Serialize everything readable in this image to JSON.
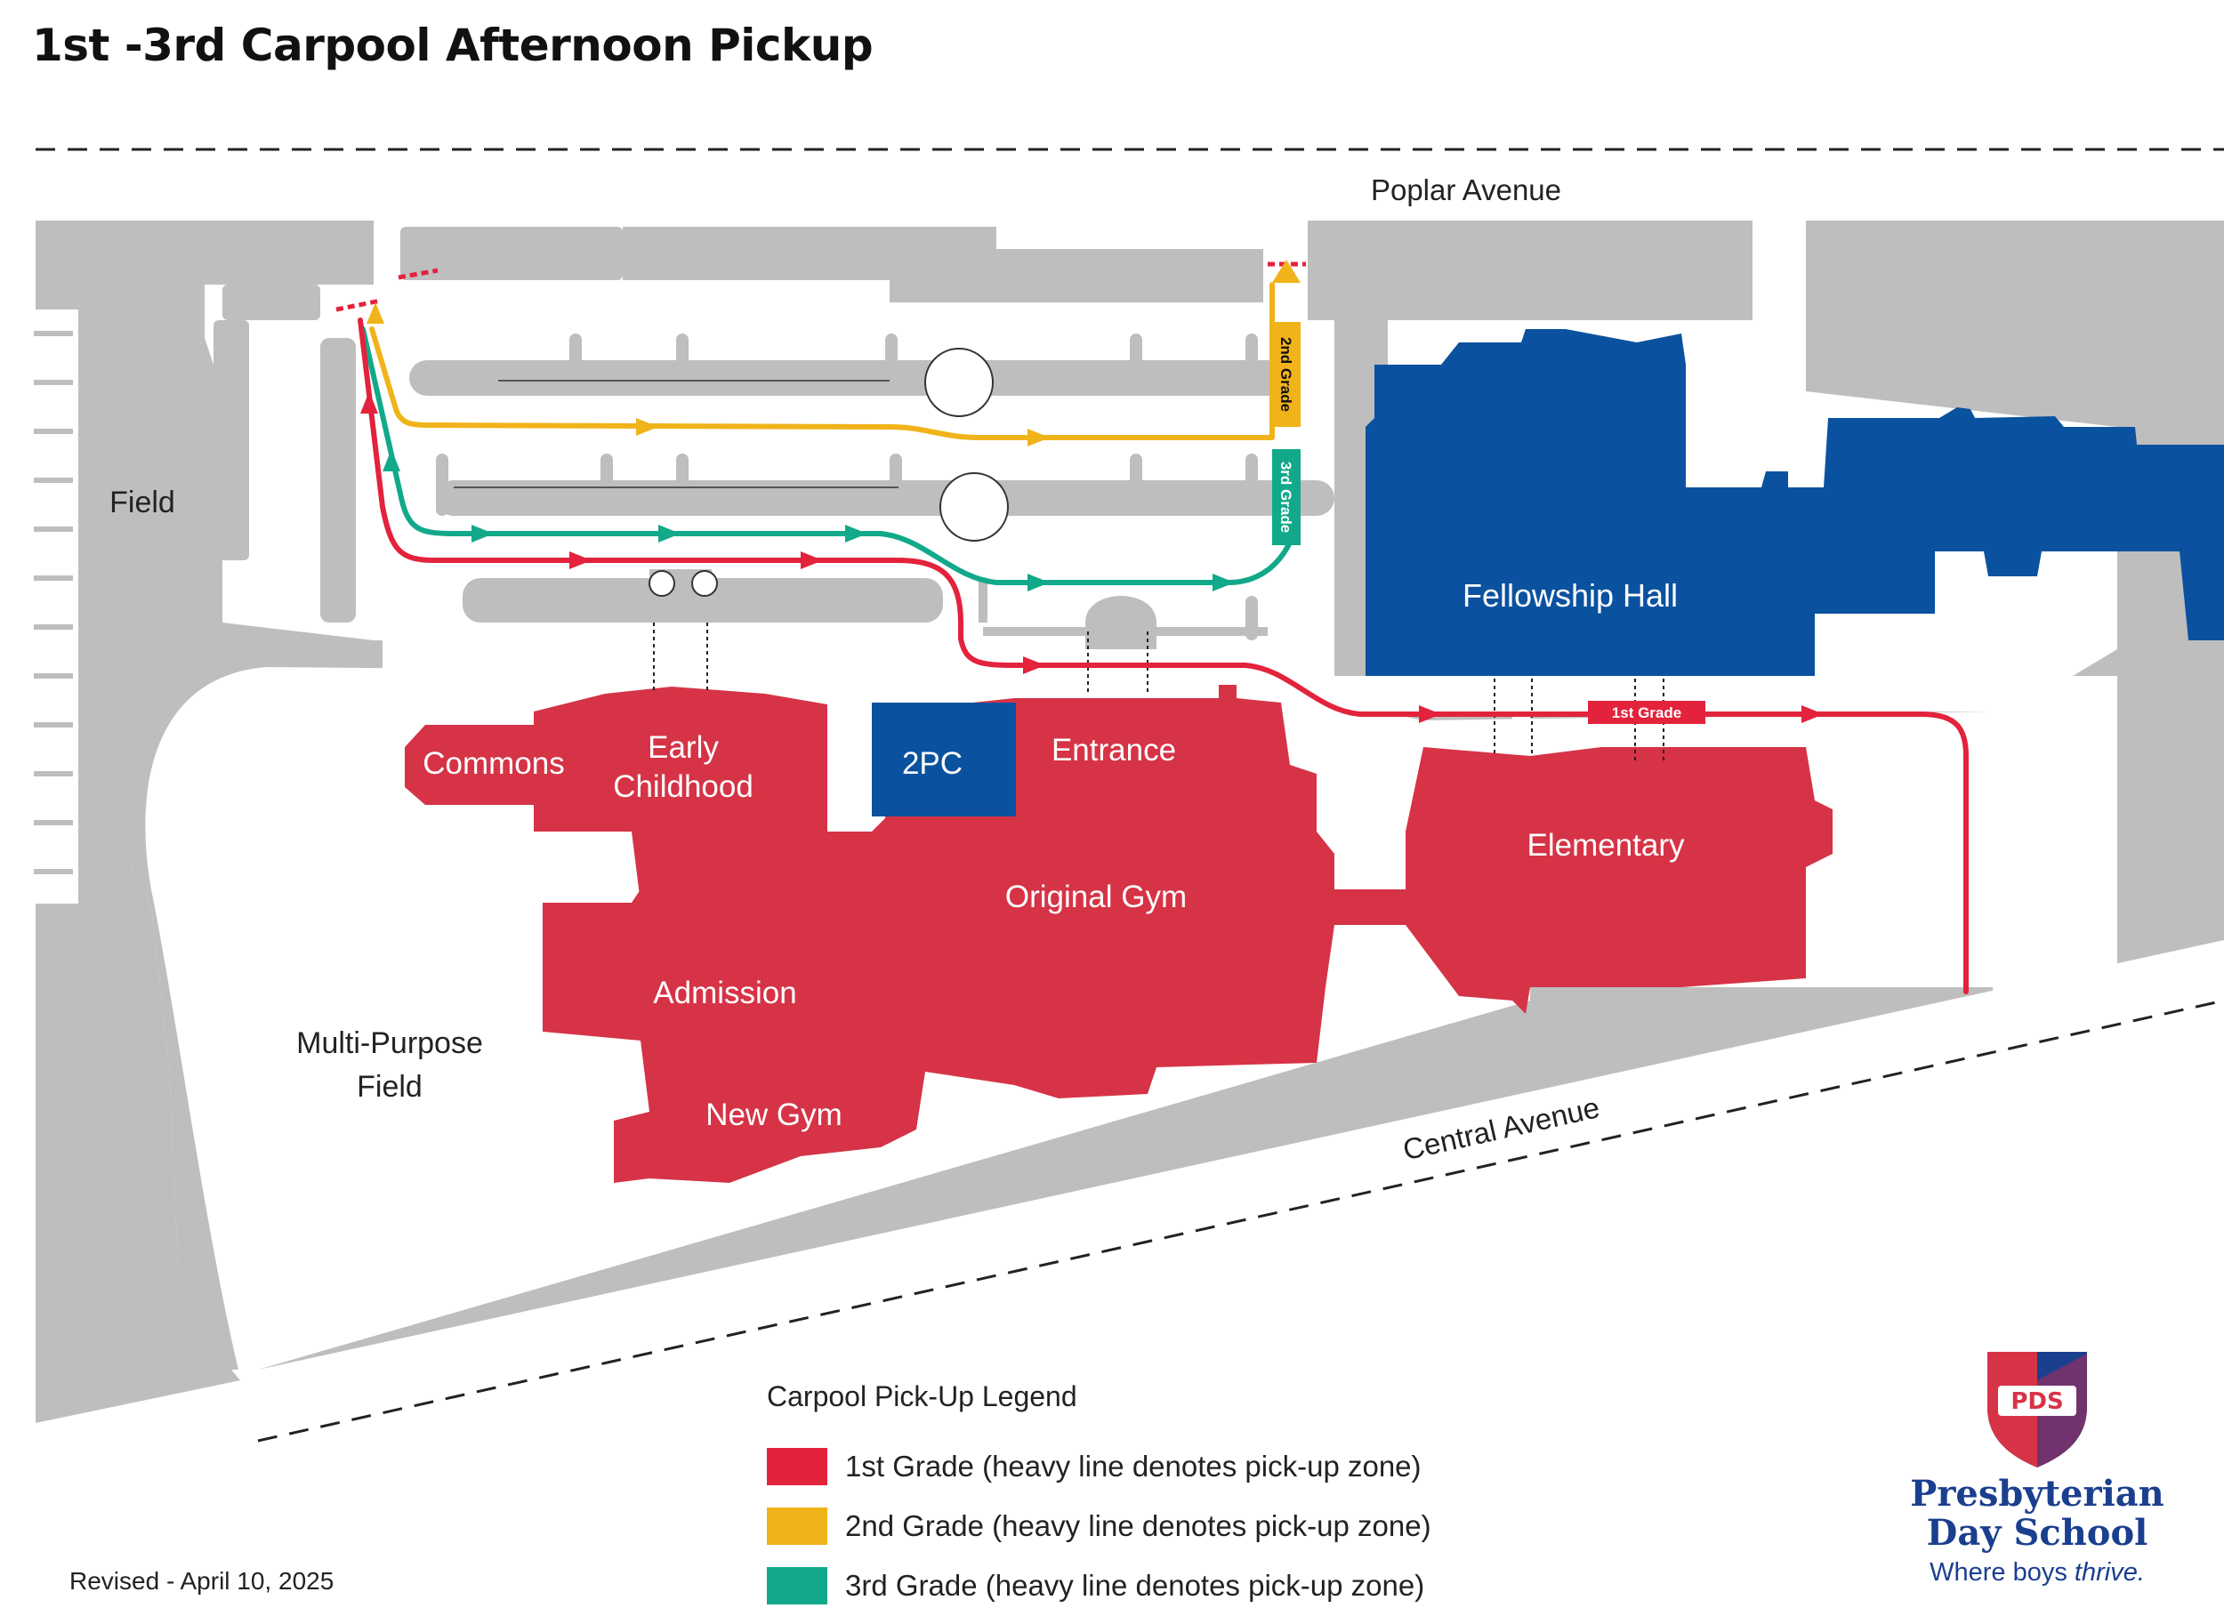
{
  "title": "1st -3rd Carpool Afternoon Pickup",
  "revised": "Revised - April 10, 2025",
  "streets": {
    "north": "Poplar Avenue",
    "south": "Central Avenue"
  },
  "areas": {
    "field": "Field",
    "multi_purpose_line1": "Multi-Purpose",
    "multi_purpose_line2": "Field"
  },
  "buildings": {
    "commons": "Commons",
    "early_line1": "Early",
    "early_line2": "Childhood",
    "two_pc": "2PC",
    "entrance": "Entrance",
    "original_gym": "Original Gym",
    "admission": "Admission",
    "new_gym": "New Gym",
    "elementary": "Elementary",
    "fellowship_hall": "Fellowship Hall"
  },
  "zones": {
    "first": "1st Grade",
    "second": "2nd Grade",
    "third": "3rd Grade"
  },
  "legend": {
    "title": "Carpool Pick-Up Legend",
    "items": [
      {
        "label": "1st Grade (heavy line denotes pick-up zone)",
        "color": "#e3223c"
      },
      {
        "label": "2nd Grade (heavy line denotes pick-up zone)",
        "color": "#f0b31a"
      },
      {
        "label": "3rd Grade (heavy line denotes pick-up zone)",
        "color": "#12a98a"
      }
    ]
  },
  "logo": {
    "badge": "PDS",
    "line1": "Presbyterian",
    "line2": "Day School",
    "tagline_prefix": "Where boys ",
    "tagline_emphasis": "thrive."
  },
  "colors": {
    "red": "#d63346",
    "blue": "#0a529f",
    "gray": "#bebebe",
    "route_red": "#e3223c",
    "route_yellow": "#f0b31a",
    "route_green": "#12a98a"
  }
}
